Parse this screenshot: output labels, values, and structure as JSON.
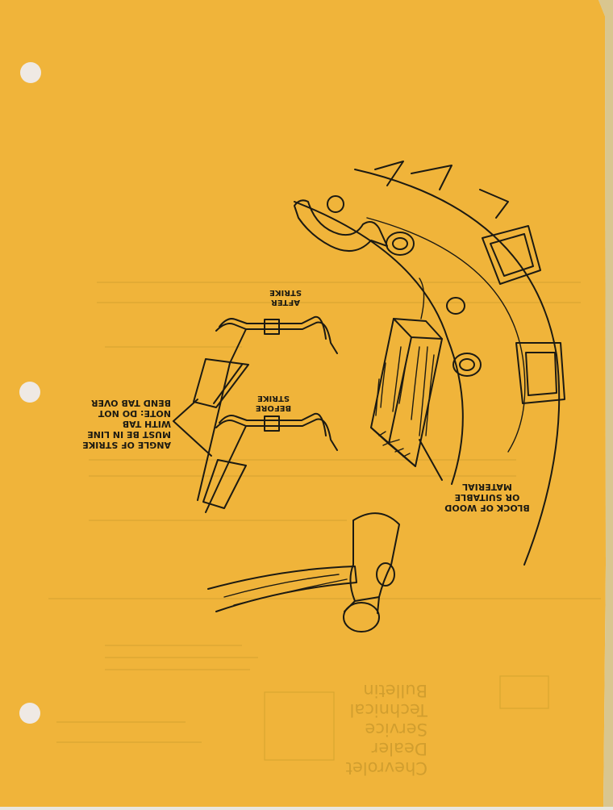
{
  "colors": {
    "paper": "#f0b43a",
    "ink": "#1c1a12",
    "backdrop": "#e9e7df"
  },
  "callouts": {
    "after_line1": "AFTER",
    "after_line2": "STRIKE",
    "before_line1": "BEFORE",
    "before_line2": "STRIKE",
    "angle_line1": "ANGLE OF STRIKE",
    "angle_line2": "MUST BE IN LINE",
    "angle_line3": "WITH TAB",
    "angle_line4": "NOTE: DO NOT",
    "angle_line5": "BEND TAB OVER",
    "block_line1": "BLOCK OF WOOD",
    "block_line2": "OR SUITABLE",
    "block_line3": "MATERIAL"
  },
  "bleed_through": {
    "brand_line1": "Chevrolet",
    "brand_line2": "Dealer",
    "brand_line3": "Service",
    "brand_line4": "Technical",
    "brand_line5": "Bulletin"
  }
}
